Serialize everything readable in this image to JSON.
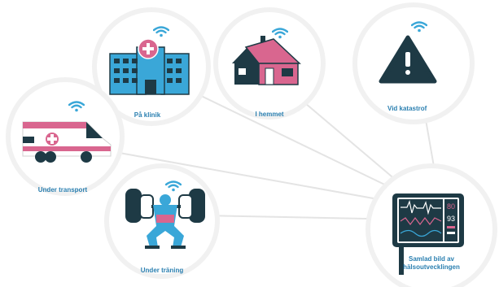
{
  "nodes": {
    "clinic": {
      "label": "På klinik"
    },
    "home": {
      "label": "I hemmet"
    },
    "disaster": {
      "label": "Vid katastrof"
    },
    "transport": {
      "label": "Under transport"
    },
    "training": {
      "label": "Under träning"
    }
  },
  "monitor": {
    "label_line1": "Samlad bild av",
    "label_line2": "hälsoutvecklingen",
    "readings": [
      "80",
      "93"
    ]
  },
  "colors": {
    "pink": "#d9668f",
    "blue": "#3aa7d8",
    "dark": "#1e3a45",
    "label": "#2a7fb0",
    "wifi": "#3aa7d8",
    "circle": "#f1f1f1"
  },
  "icons": [
    "wifi-icon",
    "hospital-icon",
    "house-icon",
    "warning-icon",
    "ambulance-icon",
    "weightlifter-icon",
    "monitor-icon"
  ]
}
